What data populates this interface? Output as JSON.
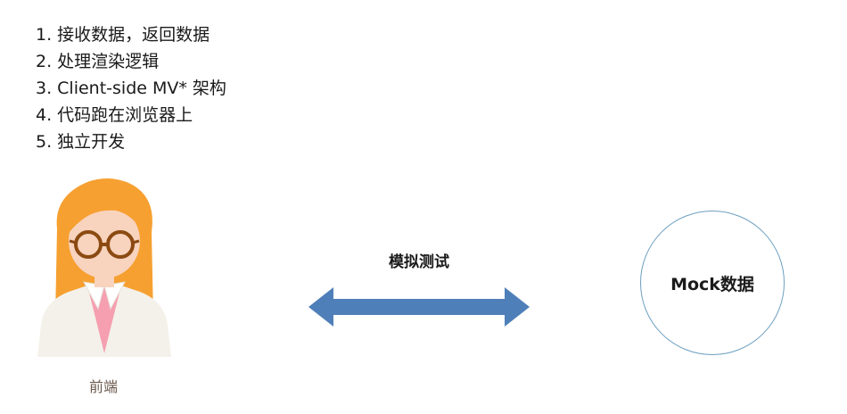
{
  "responsibilities": [
    "1. 接收数据，返回数据",
    "2. 处理渲染逻辑",
    "3. Client-side MV* 架构",
    "4. 代码跑在浏览器上",
    "5. 独立开发"
  ],
  "avatar": {
    "caption": "前端"
  },
  "connector": {
    "label": "模拟测试"
  },
  "node": {
    "label": "Mock数据"
  },
  "colors": {
    "arrow": "#4f7fb8",
    "circle_border": "#6d9fc0",
    "hair": "#f6a031",
    "shirt": "#f59fb0"
  }
}
